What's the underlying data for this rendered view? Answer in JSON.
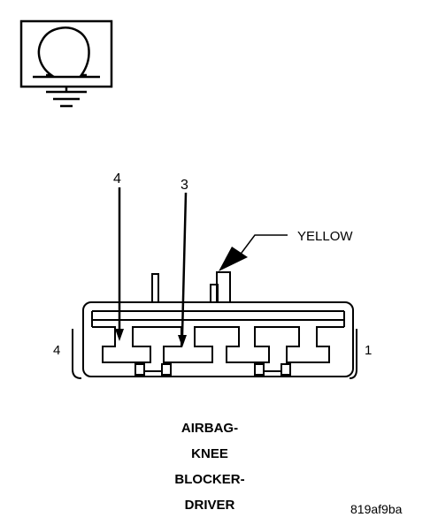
{
  "symbol": {
    "icon": "ohmmeter-ground-icon"
  },
  "connector": {
    "pin_callout_left": "4",
    "pin_callout_right": "3",
    "color_label": "YELLOW",
    "end_label_left": "4",
    "end_label_right": "1"
  },
  "caption": {
    "line1": "AIRBAG-",
    "line2": "KNEE",
    "line3": "BLOCKER-",
    "line4": "DRIVER"
  },
  "figure_id": "819af9ba"
}
